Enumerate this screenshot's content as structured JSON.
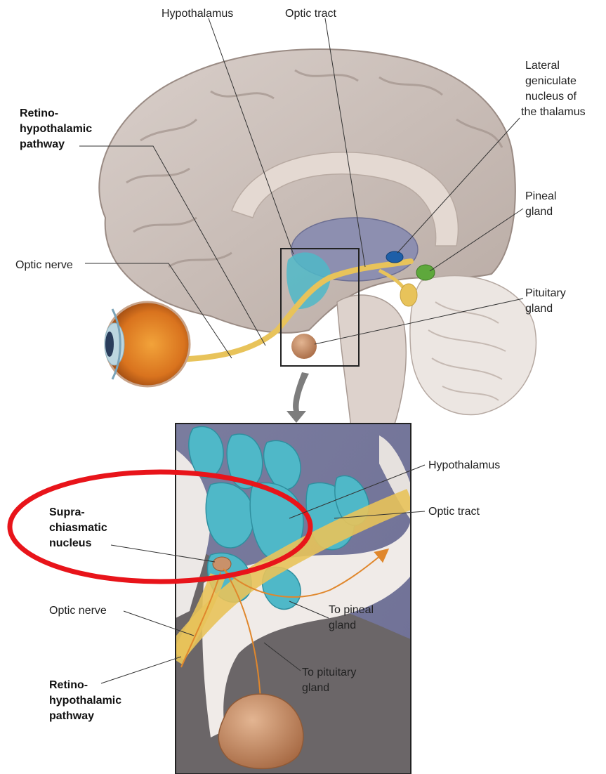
{
  "top_labels": {
    "hypothalamus": "Hypothalamus",
    "optic_tract": "Optic tract",
    "lgn": [
      "Lateral",
      "geniculate",
      "nucleus of",
      "the thalamus"
    ],
    "retino": [
      "Retino-",
      "hypothalamic",
      "pathway"
    ],
    "pineal": [
      "Pineal",
      "gland"
    ],
    "optic_nerve": "Optic nerve",
    "pituitary": [
      "Pituitary",
      "gland"
    ]
  },
  "inset_labels": {
    "hypothalamus": "Hypothalamus",
    "optic_tract": "Optic tract",
    "scn": [
      "Supra-",
      "chiasmatic",
      "nucleus"
    ],
    "optic_nerve": "Optic nerve",
    "to_pineal": [
      "To pineal",
      "gland"
    ],
    "to_pituitary": [
      "To pituitary",
      "gland"
    ],
    "retino": [
      "Retino-",
      "hypothalamic",
      "pathway"
    ]
  },
  "colors": {
    "cortex": "#c9bdb8",
    "gyri_shadow": "#a8998f",
    "thalamus": "#8d8fb0",
    "hypothalamus_teal": "#4fb8c8",
    "optic_yellow": "#e8c35a",
    "pituitary": "#c9916a",
    "lgn_blue": "#1e5fa8",
    "pineal_green": "#5ea83c",
    "highlight_red": "#e8141a",
    "arrow_orange": "#e0872c"
  }
}
